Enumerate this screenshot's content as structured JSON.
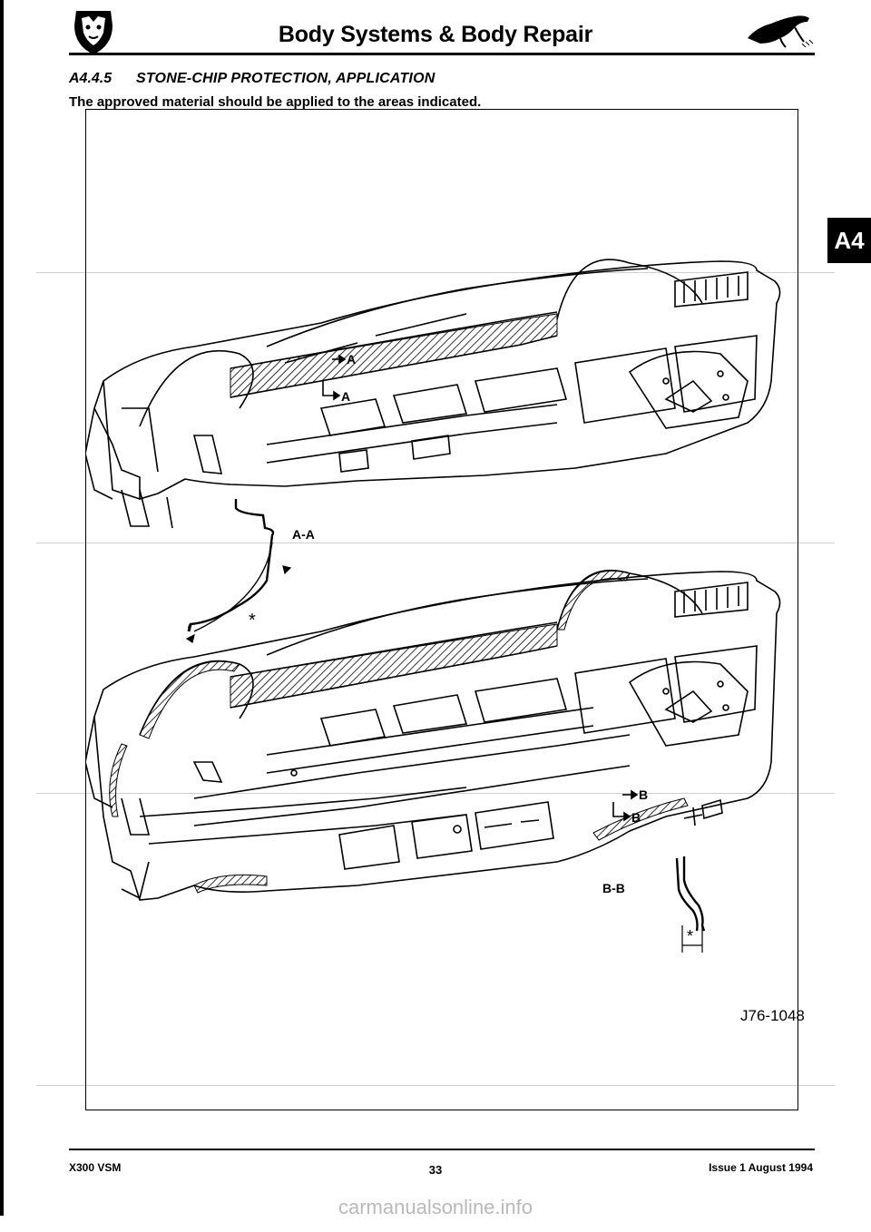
{
  "header": {
    "title": "Body Systems & Body Repair",
    "logo": "jaguar-head-logo",
    "corner_icon": "leaping-jaguar-icon"
  },
  "section": {
    "number": "A4.4.5",
    "title": "STONE-CHIP PROTECTION, APPLICATION",
    "instruction": "The approved material should be applied to the areas indicated."
  },
  "side_tab": {
    "label": "A4"
  },
  "figure": {
    "ref": "J76-1048",
    "upper_labels": {
      "arrow_a_top": "A",
      "arrow_a_bottom": "A",
      "section_aa": "A-A",
      "asterisk": "*"
    },
    "lower_labels": {
      "arrow_b_top": "B",
      "arrow_b_bottom": "B",
      "section_bb": "B-B",
      "asterisk": "*"
    }
  },
  "footer": {
    "left": "X300 VSM",
    "page": "33",
    "right": "Issue 1 August 1994"
  },
  "watermark": "carmanualsonline.info"
}
